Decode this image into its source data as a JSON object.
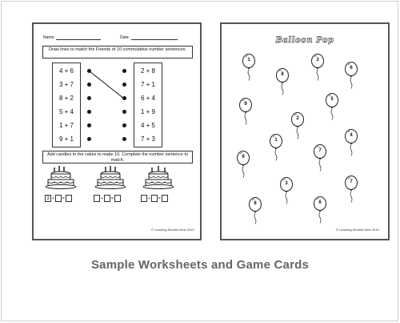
{
  "worksheet": {
    "name_label": "Name:",
    "date_label": "Date:",
    "instruction1": "Draw lines to match the Friends of 10 commutative number sentences.",
    "left_column": [
      "4 + 6",
      "3 + 7",
      "8 + 2",
      "5 + 4",
      "1 + 7",
      "9 + 1"
    ],
    "right_column": [
      "2 + 8",
      "7 + 1",
      "6 + 4",
      "1 + 9",
      "4 + 5",
      "7 + 3"
    ],
    "instruction2": "Add candles to the cakes to make 10. Complete the number sentence to match.",
    "cake_first_value": "3",
    "copyright": "© Learning Kindred Kine 2013"
  },
  "game_card": {
    "title": "Balloon Pop",
    "balloons": [
      "1",
      "3",
      "6",
      "8",
      "9",
      "5",
      "1",
      "4",
      "2",
      "7",
      "9",
      "3",
      "8",
      "6",
      "7"
    ],
    "copyright": "© Learning Kindred Kine 2013"
  },
  "caption": "Sample Worksheets and Game Cards"
}
